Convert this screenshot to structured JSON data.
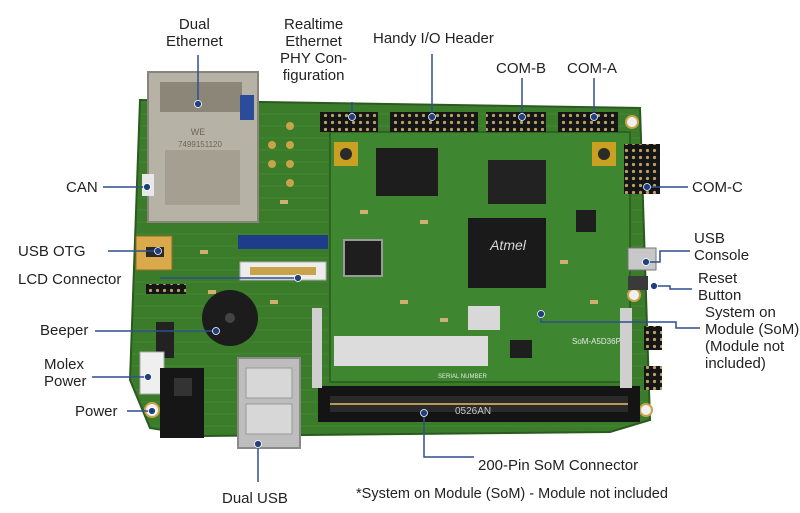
{
  "labels": {
    "dual_ethernet": "Dual\nEthernet",
    "realtime_ethernet": "Realtime\nEthernet\nPHY Con-\nfiguration",
    "handy_io": "Handy I/O Header",
    "com_b": "COM-B",
    "com_a": "COM-A",
    "can": "CAN",
    "com_c": "COM-C",
    "usb_otg": "USB OTG",
    "usb_console": "USB\nConsole",
    "lcd_connector": "LCD Connector",
    "reset_button": "Reset\nButton",
    "beeper": "Beeper",
    "som": "System on\nModule (SoM)\n(Module not\nincluded)",
    "molex_power": "Molex\nPower",
    "power": "Power",
    "dual_usb": "Dual USB",
    "som_connector": "200-Pin SoM Connector",
    "footnote": "*System on Module (SoM) - Module not included"
  },
  "board_text": {
    "ethernet_brand": "WE",
    "ethernet_part": "7499151120",
    "chip_brand": "Atmel",
    "som_name": "SoM-A5D36P",
    "connector_code": "0526AN",
    "serial_label": "SERIAL NUMBER"
  },
  "colors": {
    "pcb": "#3a7a2a",
    "pcb_dark": "#2a5a1e",
    "leader": "#2f4f8f",
    "text": "#222222"
  }
}
